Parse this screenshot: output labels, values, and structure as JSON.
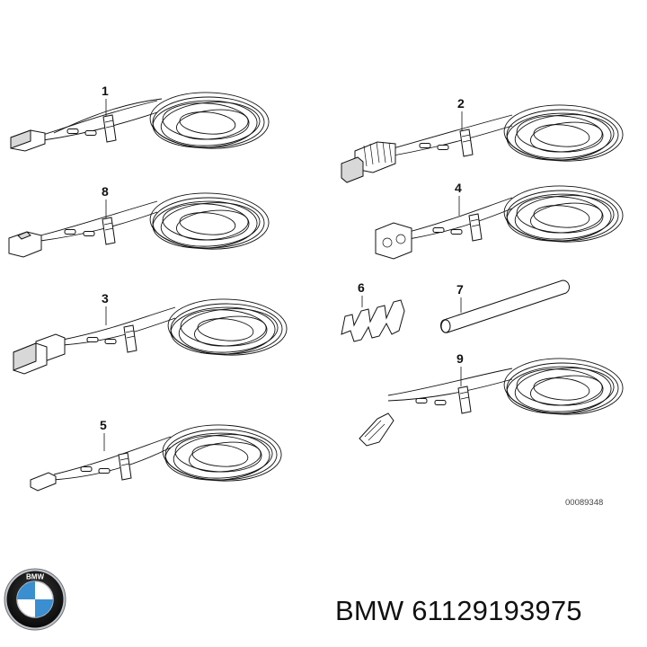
{
  "diagram": {
    "callouts": [
      "1",
      "2",
      "8",
      "4",
      "3",
      "6",
      "7",
      "9",
      "5"
    ],
    "reference": "00089348"
  },
  "caption": {
    "brand": "BMW",
    "part_number": "61129193975"
  },
  "logo": {
    "lettering": "BMW",
    "colors": {
      "blue": "#3b8ed0",
      "black": "#111111",
      "silver": "#bfc4c8"
    }
  }
}
